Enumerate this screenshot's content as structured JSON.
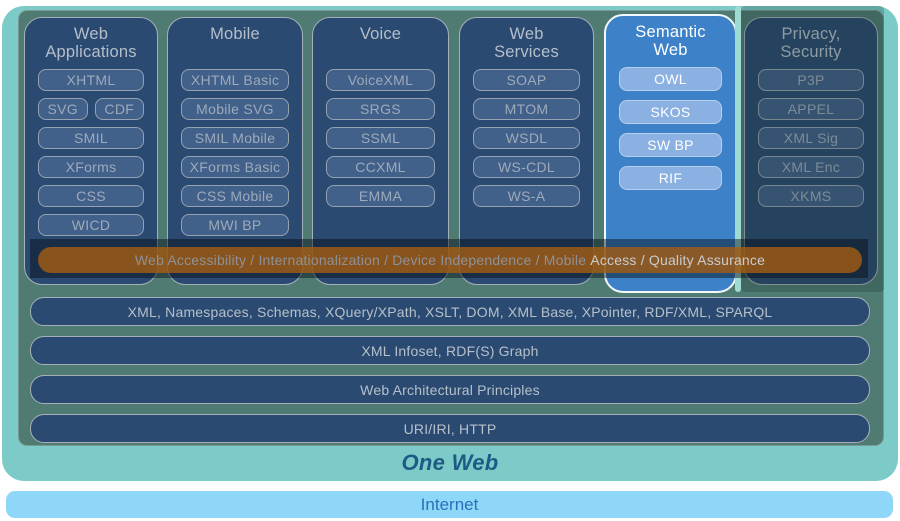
{
  "stack": {
    "columns": [
      {
        "title": "Web\nApplications",
        "highlight": false,
        "pills": [
          [
            "XHTML"
          ],
          [
            "SVG",
            "CDF"
          ],
          [
            "SMIL"
          ],
          [
            "XForms"
          ],
          [
            "CSS"
          ],
          [
            "WICD"
          ]
        ]
      },
      {
        "title": "Mobile",
        "highlight": false,
        "pills": [
          [
            "XHTML Basic"
          ],
          [
            "Mobile SVG"
          ],
          [
            "SMIL Mobile"
          ],
          [
            "XForms Basic"
          ],
          [
            "CSS Mobile"
          ],
          [
            "MWI BP"
          ]
        ]
      },
      {
        "title": "Voice",
        "highlight": false,
        "pills": [
          [
            "VoiceXML"
          ],
          [
            "SRGS"
          ],
          [
            "SSML"
          ],
          [
            "CCXML"
          ],
          [
            "EMMA"
          ]
        ]
      },
      {
        "title": "Web\nServices",
        "highlight": false,
        "pills": [
          [
            "SOAP"
          ],
          [
            "MTOM"
          ],
          [
            "WSDL"
          ],
          [
            "WS-CDL"
          ],
          [
            "WS-A"
          ]
        ]
      },
      {
        "title": "Semantic\nWeb",
        "highlight": true,
        "pills": [
          [
            "OWL"
          ],
          [
            "SKOS"
          ],
          [
            "SW BP"
          ],
          [
            "RIF"
          ]
        ]
      },
      {
        "title": "Privacy,\nSecurity",
        "highlight": false,
        "pills": [
          [
            "P3P"
          ],
          [
            "APPEL"
          ],
          [
            "XML Sig"
          ],
          [
            "XML Enc"
          ],
          [
            "XKMS"
          ]
        ]
      }
    ],
    "banner": {
      "label": "Web Accessibility / Internationalization / Device Independence / Mobile Access / Quality Assurance",
      "segment_left": "Web Accessibility / Internationalization / Device Independence / Mobile ",
      "segment_right": "Access / Quality Assurance"
    },
    "foundation_bars": [
      {
        "label": "XML, Namespaces, Schemas, XQuery/XPath, XSLT, DOM, XML Base, XPointer, RDF/XML, SPARQL"
      },
      {
        "label": "XML Infoset, RDF(S) Graph"
      },
      {
        "label": "Web Architectural Principles"
      },
      {
        "label": "URI/IRI, HTTP"
      }
    ],
    "caption": "One Web",
    "internet_label": "Internet"
  },
  "colors": {
    "outer_teal": "#7ccbc9",
    "panel_green": "#4f7b73",
    "column_navy": "#2b4a71",
    "highlight_blue": "#3d82c8",
    "highlight_pill": "#8ab1e1",
    "banner_orange": "#a85e12",
    "internet_blue": "#8ed7f8",
    "caption_blue": "#1d5b84"
  }
}
